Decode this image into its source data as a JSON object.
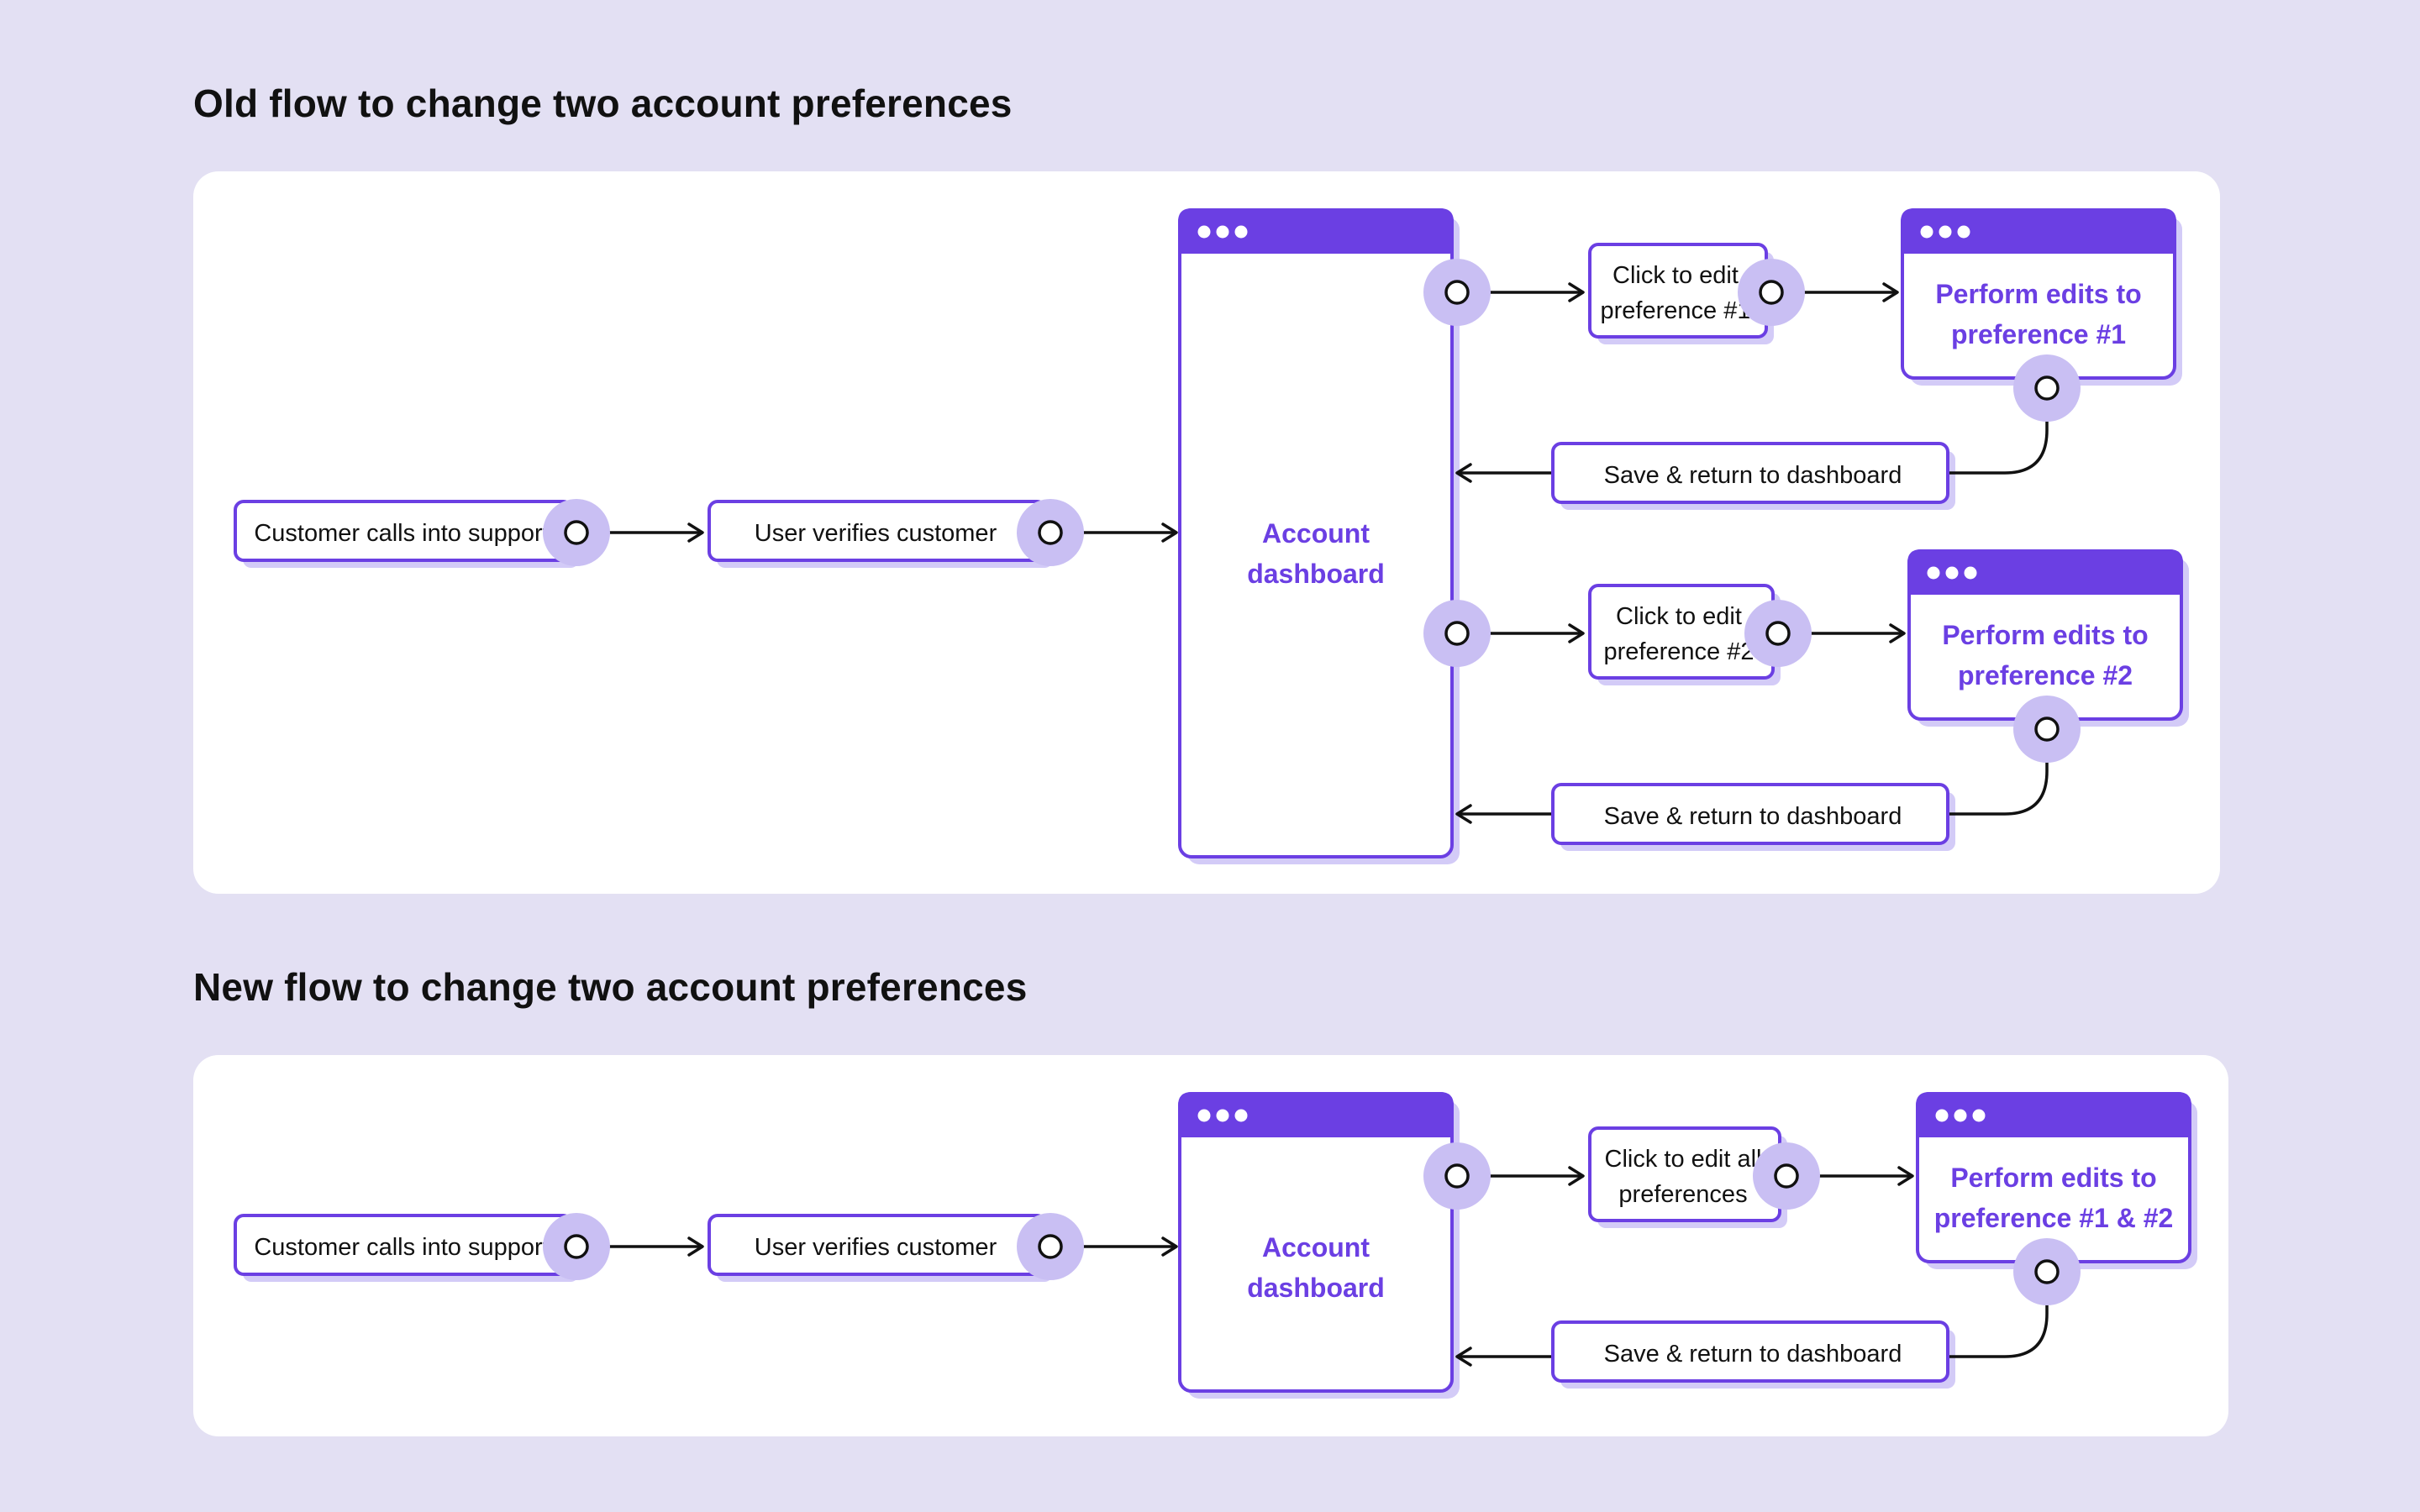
{
  "old_flow": {
    "title": "Old flow to change two account preferences",
    "step_call": "Customer calls into support",
    "step_verify": "User verifies customer",
    "dashboard_line1": "Account",
    "dashboard_line2": "dashboard",
    "edit1_line1": "Click to edit",
    "edit1_line2": "preference #1",
    "perform1_line1": "Perform edits to",
    "perform1_line2": "preference #1",
    "save1": "Save & return to dashboard",
    "edit2_line1": "Click to edit",
    "edit2_line2": "preference #2",
    "perform2_line1": "Perform edits to",
    "perform2_line2": "preference #2",
    "save2": "Save & return to dashboard"
  },
  "new_flow": {
    "title": "New flow to change two account preferences",
    "step_call": "Customer calls into support",
    "step_verify": "User verifies customer",
    "dashboard_line1": "Account",
    "dashboard_line2": "dashboard",
    "edit_line1": "Click to edit all",
    "edit_line2": "preferences",
    "perform_line1": "Perform edits to",
    "perform_line2": "preference #1 & #2",
    "save": "Save & return to dashboard"
  },
  "colors": {
    "background": "#E3E0F3",
    "panel": "#FFFFFF",
    "accent": "#6B3FE3",
    "halo": "#C9BFF3",
    "shadow": "#D3CBF7",
    "line": "#111111"
  }
}
